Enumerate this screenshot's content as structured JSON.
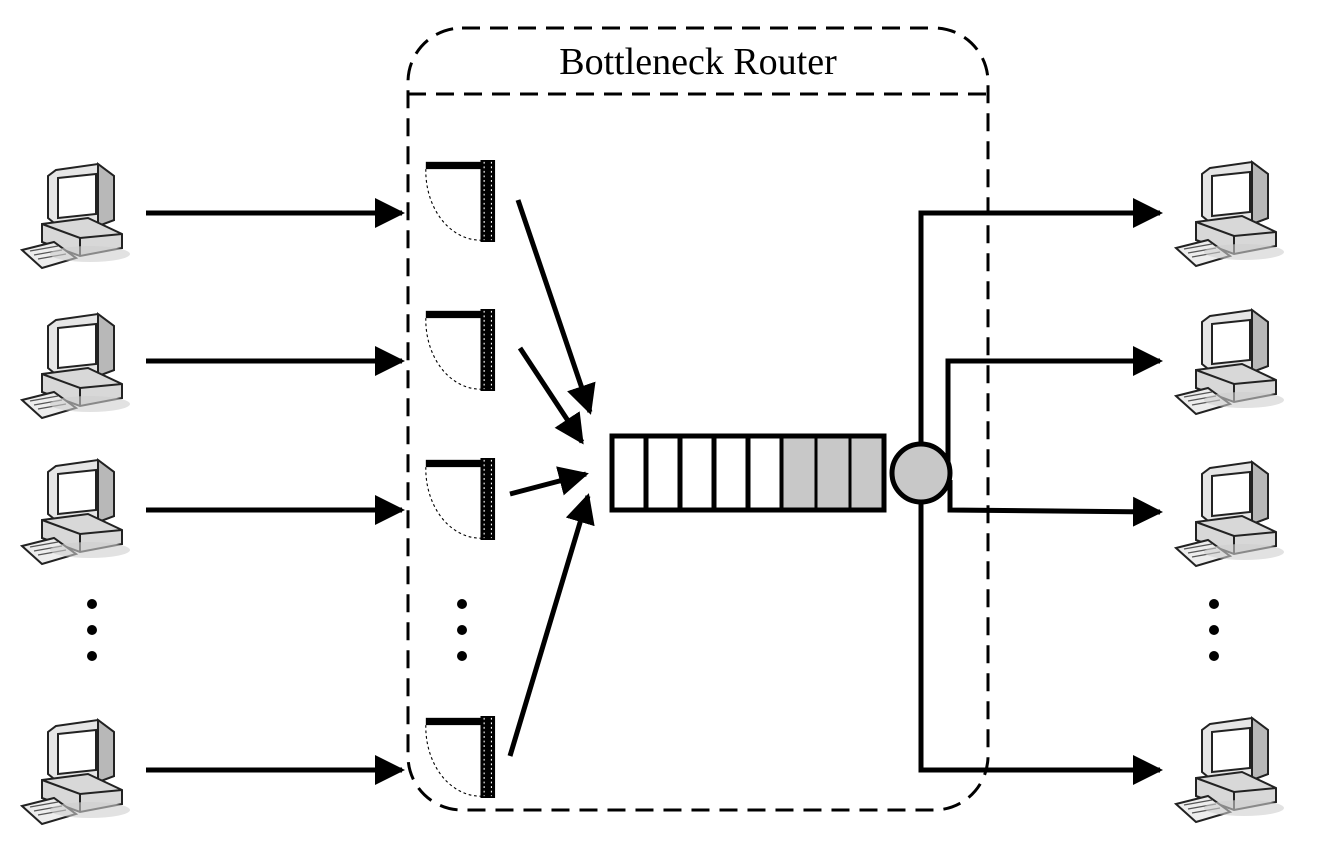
{
  "router": {
    "title": "Bottleneck Router"
  },
  "senders": {
    "count_shown": 4,
    "icon": "desktop-computer-icon",
    "ellipsis": "vertical-dots"
  },
  "receivers": {
    "count_shown": 4,
    "icon": "desktop-computer-icon",
    "ellipsis": "vertical-dots"
  },
  "gates": {
    "count_shown": 4,
    "icon": "gate-icon",
    "ellipsis": "vertical-dots"
  },
  "queue": {
    "total_slots": 8,
    "filled_slots": 3,
    "empty_color": "#ffffff",
    "filled_color": "#c8c8c8"
  },
  "link": {
    "icon": "link-node-icon",
    "color": "#c8c8c8"
  },
  "colors": {
    "stroke": "#000000",
    "background": "#ffffff"
  }
}
